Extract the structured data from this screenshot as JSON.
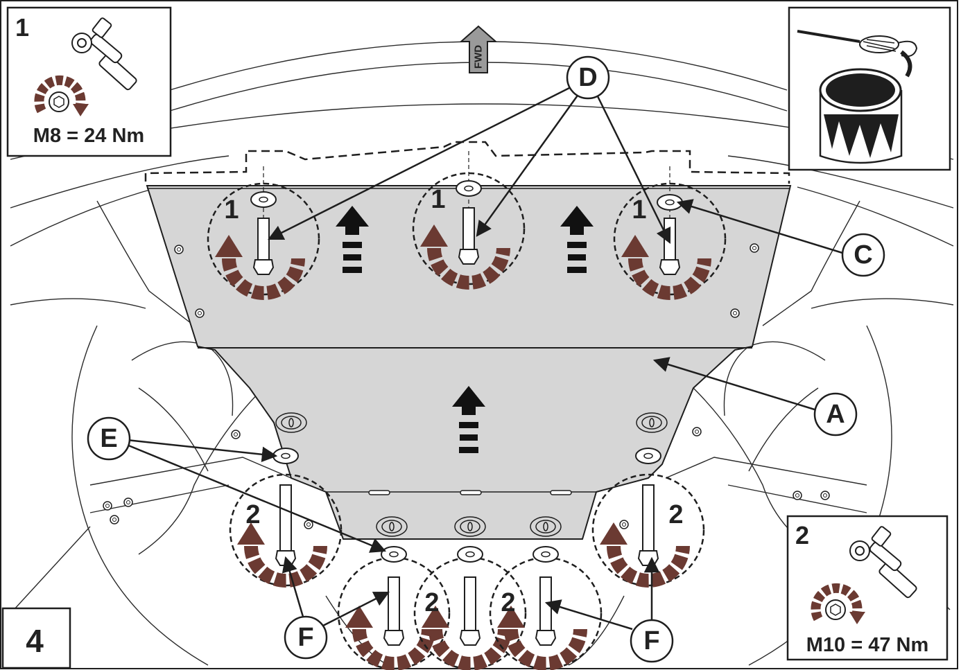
{
  "step_number": "4",
  "fwd_label": "FWD",
  "colors": {
    "plate": "#d6d6d6",
    "rotation_arrow": "#6b3a32",
    "line": "#1e1e1e"
  },
  "torque_specs": [
    {
      "index": "1",
      "spec": "M8 = 24 Nm",
      "icon": "ratchet-wrench-icon"
    },
    {
      "index": "2",
      "spec": "M10 = 47 Nm",
      "icon": "ratchet-wrench-icon"
    }
  ],
  "grease_icon": "paint-can-brush-icon",
  "callouts": {
    "A": "A",
    "C": "C",
    "D": "D",
    "E": "E",
    "F": "F"
  },
  "bolt_marks": {
    "front": "1",
    "rear": "2"
  }
}
